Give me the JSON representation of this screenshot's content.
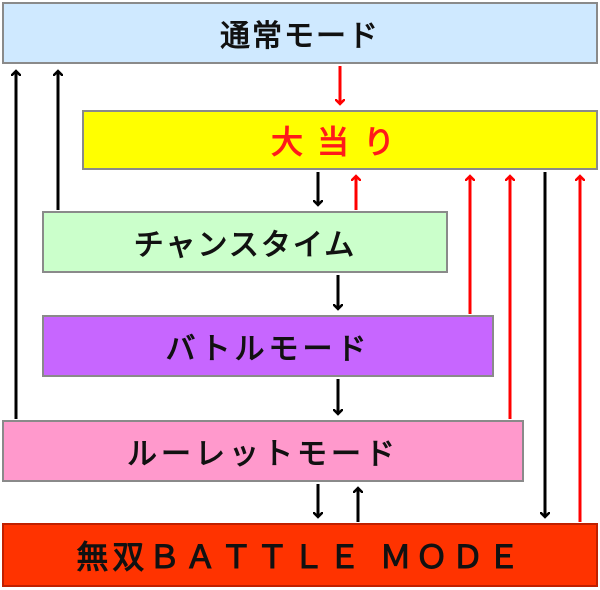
{
  "nodes": {
    "normal_mode": "通常モード",
    "big_win": "大当り",
    "chance_time": "チャンスタイム",
    "battle_mode": "バトルモード",
    "roulette_mode": "ルーレットモード",
    "musou_battle_mode": "無双ＢＡＴＴＬＥ ＭＯＤＥ"
  },
  "colors": {
    "normal_mode": "#cfe9ff",
    "big_win": "#ffff00",
    "big_win_text": "#ff1a1a",
    "chance_time": "#cbffcb",
    "battle_mode": "#c766ff",
    "roulette_mode": "#ff99cc",
    "musou_battle_mode": "#ff3300",
    "arrow_black": "#000000",
    "arrow_red": "#ff0000"
  },
  "edges": [
    {
      "from": "normal_mode",
      "to": "big_win",
      "color": "red"
    },
    {
      "from": "big_win",
      "to": "chance_time",
      "color": "black"
    },
    {
      "from": "chance_time",
      "to": "big_win",
      "color": "red"
    },
    {
      "from": "chance_time",
      "to": "battle_mode",
      "color": "black"
    },
    {
      "from": "battle_mode",
      "to": "big_win",
      "color": "red"
    },
    {
      "from": "battle_mode",
      "to": "roulette_mode",
      "color": "black"
    },
    {
      "from": "roulette_mode",
      "to": "big_win",
      "color": "red"
    },
    {
      "from": "roulette_mode",
      "to": "musou_battle_mode",
      "color": "black"
    },
    {
      "from": "musou_battle_mode",
      "to": "roulette_mode",
      "color": "black"
    },
    {
      "from": "big_win",
      "to": "musou_battle_mode",
      "color": "black"
    },
    {
      "from": "musou_battle_mode",
      "to": "big_win",
      "color": "red"
    },
    {
      "from": "roulette_mode",
      "to": "normal_mode",
      "color": "black"
    },
    {
      "from": "chance_time",
      "to": "normal_mode",
      "color": "black"
    }
  ]
}
